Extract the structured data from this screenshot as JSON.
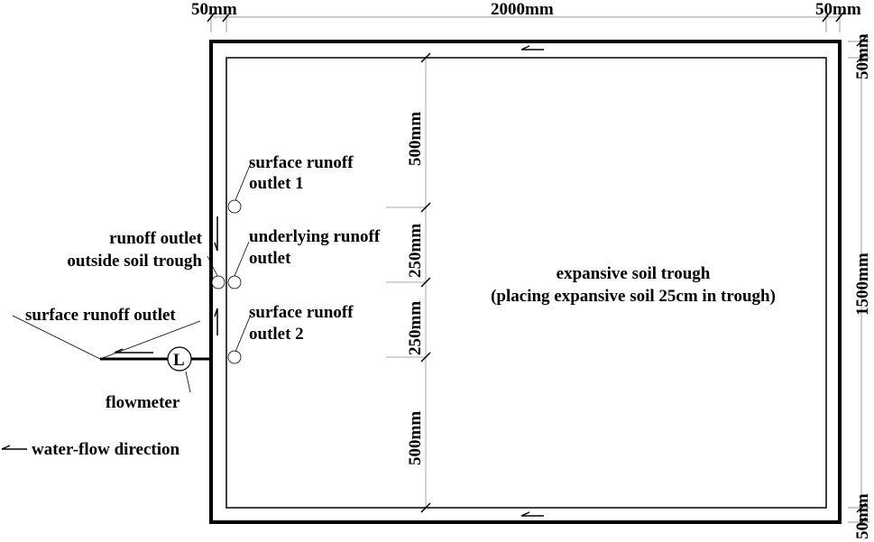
{
  "dimensions": {
    "top_left_wall": "50mm",
    "top_length": "2000mm",
    "top_right_wall": "50mm",
    "right_top_wall": "50mm",
    "right_width": "1500mm",
    "right_bottom_wall": "50mm",
    "inner_upper": "500mm",
    "inner_mid_upper": "250mm",
    "inner_mid_lower": "250mm",
    "inner_lower": "500mm"
  },
  "labels": {
    "surface_outlet_1_line1": "surface runoff",
    "surface_outlet_1_line2": "outlet 1",
    "underlying_line1": "underlying runoff",
    "underlying_line2": "outlet",
    "runoff_outside_line1": "runoff outlet",
    "runoff_outside_line2": "outside soil trough",
    "surface_outlet_2_line1": "surface runoff",
    "surface_outlet_2_line2": "outlet 2",
    "surface_runoff_outlet": "surface runoff outlet",
    "flowmeter": "flowmeter",
    "flowmeter_symbol": "L",
    "water_flow_direction": "water-flow direction",
    "trough_title": "expansive soil trough",
    "trough_subtitle": "(placing expansive soil 25cm in trough)"
  }
}
